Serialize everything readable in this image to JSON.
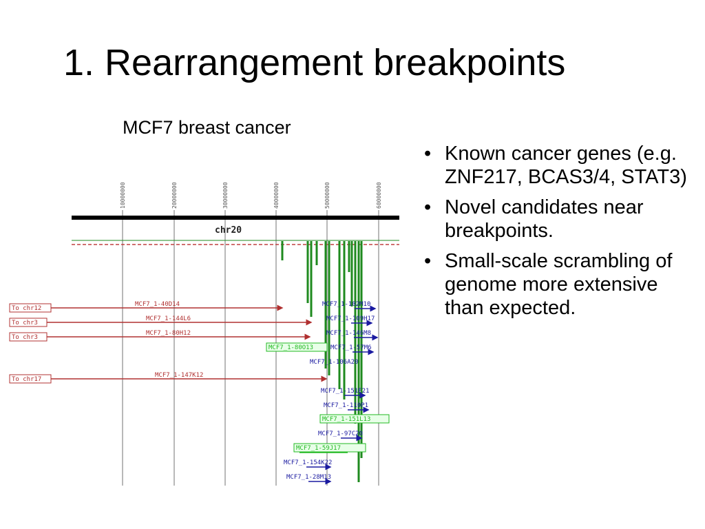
{
  "slide": {
    "title": "1. Rearrangement breakpoints",
    "subtitle": "MCF7 breast cancer"
  },
  "bullets": [
    {
      "text": "Known cancer genes (e.g. ZNF217, BCAS3/4, STAT3)"
    },
    {
      "text": "Novel candidates near breakpoints."
    },
    {
      "text": "Small-scale scrambling of genome more extensive than expected."
    }
  ],
  "diagram": {
    "chromosome_label": "chr20",
    "ruler": [
      "10000000",
      "20000000",
      "30000000",
      "40000000",
      "50000000",
      "60000000"
    ],
    "translocations": [
      {
        "target": "To chr12",
        "clone": "MCF7_1-40D14"
      },
      {
        "target": "To chr3",
        "clone": "MCF7_1-144L6"
      },
      {
        "target": "To chr3",
        "clone": "MCF7_1-80H12"
      },
      {
        "target": "To chr17",
        "clone": "MCF7_1-147K12"
      }
    ],
    "clones": [
      {
        "label": "MCF7_1-102M10",
        "kind": "blue"
      },
      {
        "label": "MCF7_1-109H17",
        "kind": "blue"
      },
      {
        "label": "MCF7_1-146M8",
        "kind": "blue"
      },
      {
        "label": "MCF7_1-80O13",
        "kind": "green"
      },
      {
        "label": "MCF7_1-57M6",
        "kind": "blue"
      },
      {
        "label": "MCF7_1-106A20",
        "kind": "blue"
      },
      {
        "label": "MCF7_1-151E21",
        "kind": "blue"
      },
      {
        "label": "MCF7_1-110P1",
        "kind": "blue"
      },
      {
        "label": "MCF7_1-151L13",
        "kind": "green"
      },
      {
        "label": "MCF7_1-97C20",
        "kind": "blue"
      },
      {
        "label": "MCF7_1-59J17",
        "kind": "green"
      },
      {
        "label": "MCF7_1-154K22",
        "kind": "blue"
      },
      {
        "label": "MCF7_1-28M13",
        "kind": "blue"
      }
    ],
    "colors": {
      "translocation": "#b03030",
      "clone_blue": "#1a1aa0",
      "clone_green": "#22b822",
      "coverage": "#1e8a1e",
      "gridline": "#a0a0a0"
    }
  }
}
